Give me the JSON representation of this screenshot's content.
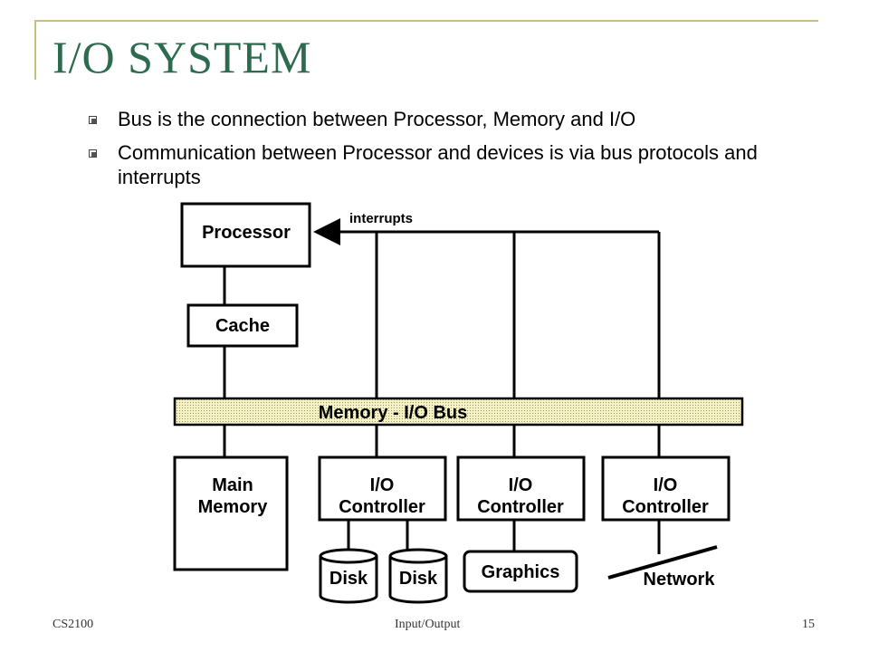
{
  "slide": {
    "title": "I/O SYSTEM",
    "bullets": [
      "Bus is the connection between Processor, Memory and I/O",
      "Communication between Processor and devices is via bus protocols and interrupts"
    ]
  },
  "diagram": {
    "processor": "Processor",
    "interrupts": "interrupts",
    "cache": "Cache",
    "bus": "Memory - I/O Bus",
    "main_memory": [
      "Main",
      "Memory"
    ],
    "io_controller": [
      "I/O",
      "Controller"
    ],
    "disk": "Disk",
    "graphics": "Graphics",
    "network": "Network"
  },
  "footer": {
    "left": "CS2100",
    "center": "Input/Output",
    "right": "15"
  }
}
